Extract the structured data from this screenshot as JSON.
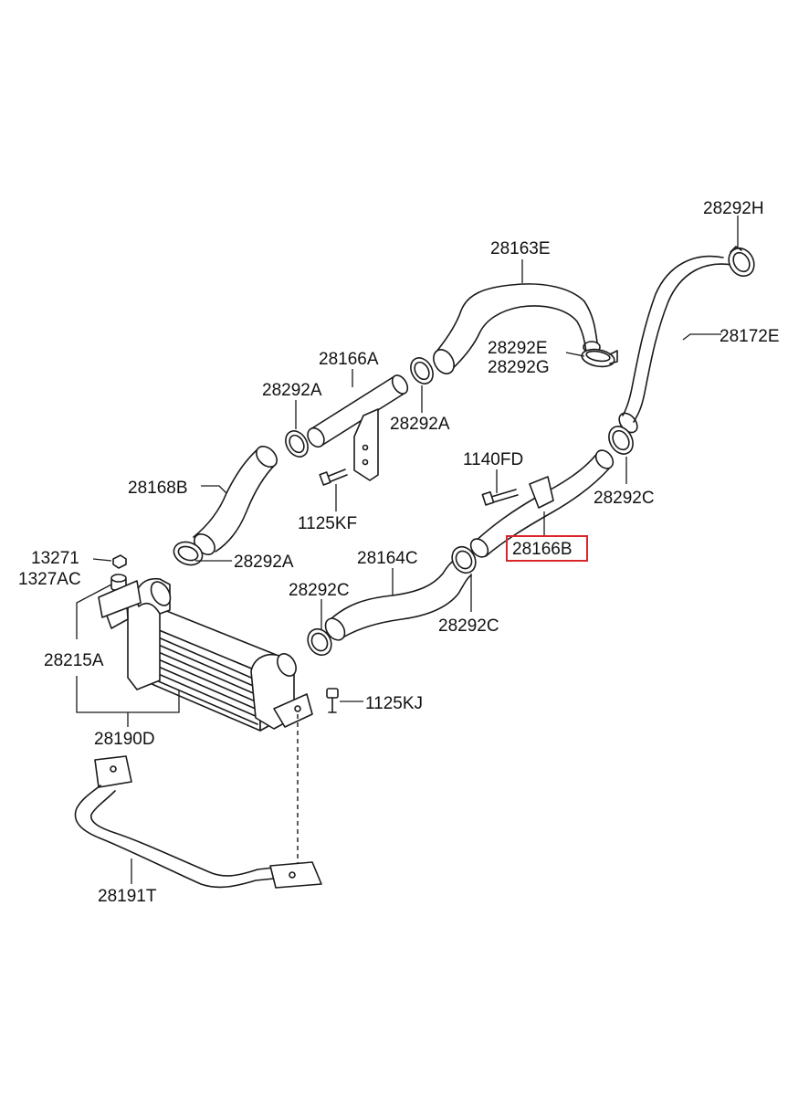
{
  "labels": {
    "p28292H": "28292H",
    "p28163E": "28163E",
    "p28172E": "28172E",
    "p28292E": "28292E",
    "p28292G": "28292G",
    "p28166A": "28166A",
    "p28292A_1": "28292A",
    "p28292A_2": "28292A",
    "p28292A_3": "28292A",
    "p1140FD": "1140FD",
    "p28168B": "28168B",
    "p28292C_1": "28292C",
    "p1125KF": "1125KF",
    "p28166B": "28166B",
    "p13271": "13271",
    "p1327AC": "1327AC",
    "p28164C": "28164C",
    "p28292C_2": "28292C",
    "p28292C_3": "28292C",
    "p28215A": "28215A",
    "p1125KJ": "1125KJ",
    "p28190D": "28190D",
    "p28191T": "28191T"
  },
  "highlight_color": "#d9262a"
}
